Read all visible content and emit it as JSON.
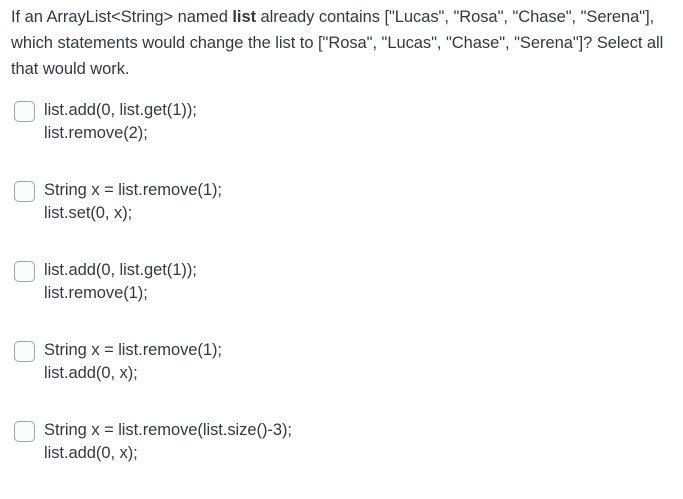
{
  "question": {
    "prefix": "If an ArrayList<String> named ",
    "bold_term": "list",
    "suffix": " already contains [\"Lucas\", \"Rosa\", \"Chase\", \"Serena\"], which statements would change the list to [\"Rosa\", \"Lucas\", \"Chase\", \"Serena\"]?  Select all that would work."
  },
  "answers": [
    {
      "checkbox_name": "answer-checkbox-1",
      "checked": false,
      "line1": "list.add(0, list.get(1));",
      "line2": "list.remove(2);"
    },
    {
      "checkbox_name": "answer-checkbox-2",
      "checked": false,
      "line1": "String x = list.remove(1);",
      "line2": "list.set(0, x);"
    },
    {
      "checkbox_name": "answer-checkbox-3",
      "checked": false,
      "line1": "list.add(0, list.get(1));",
      "line2": "list.remove(1);"
    },
    {
      "checkbox_name": "answer-checkbox-4",
      "checked": false,
      "line1": "String x = list.remove(1);",
      "line2": "list.add(0, x);"
    },
    {
      "checkbox_name": "answer-checkbox-5",
      "checked": false,
      "line1": "String x = list.remove(list.size()-3);",
      "line2": "list.add(0, x);"
    }
  ],
  "colors": {
    "text": "#2d3b45",
    "checkbox_border": "#9ea7ad",
    "checkbox_fill": "#fbfcfd",
    "background": "#ffffff"
  }
}
